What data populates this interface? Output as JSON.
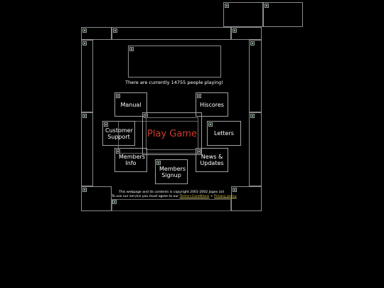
{
  "status": {
    "players_online": "There are currently 14755 people playing!"
  },
  "buttons": {
    "manual": "Manual",
    "hiscores": "Hiscores",
    "customer_support": "Customer Support",
    "letters": "Letters",
    "members_info": "Members Info",
    "news_updates": "News & Updates",
    "members_signup": "Members Signup",
    "play_game": "Play Game"
  },
  "footer": {
    "copyright": "This webpage and its contents is copyright 2001-2002 Jagex Ltd",
    "terms_prefix": "To use our service you must agree to our",
    "terms_link": "Terms+Conditions",
    "separator": "+",
    "privacy_link": "Privacy policy"
  },
  "colors": {
    "background": "#000000",
    "text": "#ffffff",
    "play_game": "#d23a2a",
    "link": "#d7c85a",
    "border": "#8a8a8a"
  },
  "icons": {
    "placeholder": "broken-image-icon"
  }
}
